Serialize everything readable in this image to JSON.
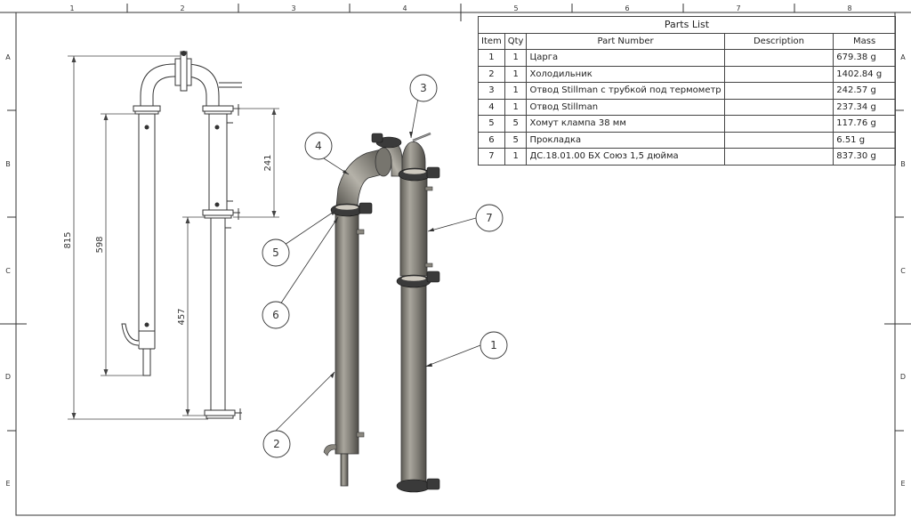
{
  "frame": {
    "columns": [
      "1",
      "2",
      "3",
      "4",
      "5",
      "6",
      "7",
      "8"
    ],
    "rows": [
      "A",
      "B",
      "C",
      "D",
      "E"
    ]
  },
  "dimensions": {
    "overall": "815",
    "left_column": "598",
    "right_upper": "241",
    "right_lower": "457"
  },
  "balloons": [
    "1",
    "2",
    "3",
    "4",
    "5",
    "6",
    "7"
  ],
  "parts_list": {
    "title": "Parts List",
    "headers": [
      "Item",
      "Qty",
      "Part Number",
      "Description",
      "Mass"
    ],
    "rows": [
      {
        "item": "1",
        "qty": "1",
        "part": "Царга",
        "desc": "",
        "mass": "679.38 g"
      },
      {
        "item": "2",
        "qty": "1",
        "part": "Холодильник",
        "desc": "",
        "mass": "1402.84 g"
      },
      {
        "item": "3",
        "qty": "1",
        "part": "Отвод Stillman с трубкой под термометр",
        "desc": "",
        "mass": "242.57 g"
      },
      {
        "item": "4",
        "qty": "1",
        "part": "Отвод Stillman",
        "desc": "",
        "mass": "237.34 g"
      },
      {
        "item": "5",
        "qty": "5",
        "part": "Хомут клампа 38 мм",
        "desc": "",
        "mass": "117.76 g"
      },
      {
        "item": "6",
        "qty": "5",
        "part": "Прокладка",
        "desc": "",
        "mass": "6.51 g"
      },
      {
        "item": "7",
        "qty": "1",
        "part": "ДС.18.01.00 БХ Союз 1,5 дюйма",
        "desc": "",
        "mass": "837.30 g"
      }
    ]
  },
  "colors": {
    "line": "#333333",
    "metal": "#8a877f",
    "metal_dark": "#5e5c56",
    "clamp": "#3a3a3a"
  }
}
